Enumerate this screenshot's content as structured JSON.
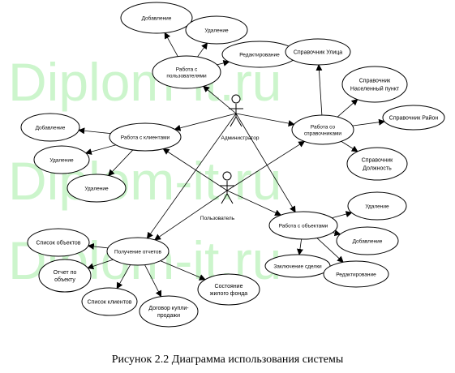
{
  "watermark": "Diplom-it.ru",
  "caption": "Рисунок 2.2 Диаграмма использования системы",
  "actors": [
    {
      "id": "admin",
      "label": "Администратор"
    },
    {
      "id": "user",
      "label": "Пользователь"
    }
  ],
  "use_cases": [
    {
      "id": "add1",
      "lines": [
        "Добавление"
      ]
    },
    {
      "id": "del1",
      "lines": [
        "Удаление"
      ]
    },
    {
      "id": "edit1",
      "lines": [
        "Редактирование"
      ]
    },
    {
      "id": "users",
      "lines": [
        "Работа с",
        "пользователями"
      ]
    },
    {
      "id": "streets",
      "lines": [
        "Справочник Улица"
      ]
    },
    {
      "id": "settl",
      "lines": [
        "Справочник",
        "Населенный пункт"
      ]
    },
    {
      "id": "dirs",
      "lines": [
        "Работа со",
        "справочниками"
      ]
    },
    {
      "id": "district",
      "lines": [
        "Справочник Район"
      ]
    },
    {
      "id": "pos",
      "lines": [
        "Справочник",
        "Должность"
      ]
    },
    {
      "id": "add2",
      "lines": [
        "Добавление"
      ]
    },
    {
      "id": "clients",
      "lines": [
        "Работа с клиентами"
      ]
    },
    {
      "id": "del2",
      "lines": [
        "Удаление"
      ]
    },
    {
      "id": "del3",
      "lines": [
        "Удаление"
      ]
    },
    {
      "id": "del4",
      "lines": [
        "Удаление"
      ]
    },
    {
      "id": "objects",
      "lines": [
        "Работа с объектами"
      ]
    },
    {
      "id": "add3",
      "lines": [
        "Добавление"
      ]
    },
    {
      "id": "listobj",
      "lines": [
        "Список объектов"
      ]
    },
    {
      "id": "reports",
      "lines": [
        "Получение отчетов"
      ]
    },
    {
      "id": "deal",
      "lines": [
        "Заключение сделки"
      ]
    },
    {
      "id": "edit2",
      "lines": [
        "Редактирование"
      ]
    },
    {
      "id": "repobj",
      "lines": [
        "Отчет по",
        "объекту"
      ]
    },
    {
      "id": "housing",
      "lines": [
        "Состояние",
        "жилого фонда"
      ]
    },
    {
      "id": "listcl",
      "lines": [
        "Список клиентов"
      ]
    },
    {
      "id": "contract",
      "lines": [
        "Договор купли-",
        "продажи"
      ]
    }
  ]
}
